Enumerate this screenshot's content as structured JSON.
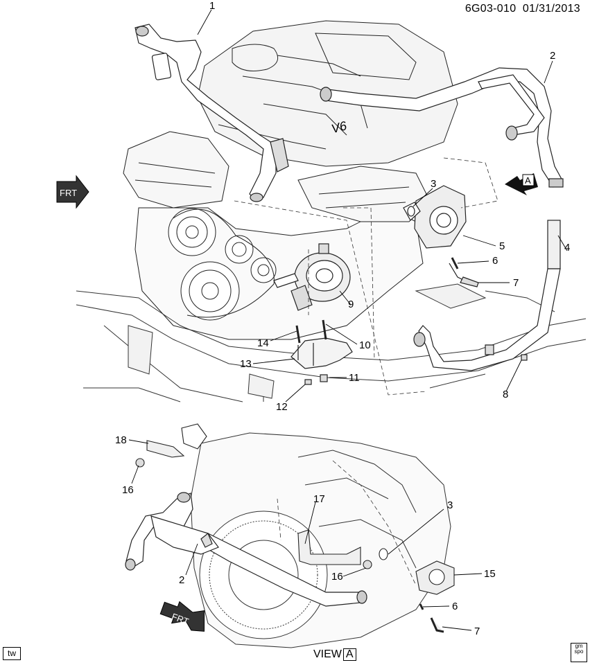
{
  "header": {
    "code": "6G03-010",
    "date": "01/31/2013"
  },
  "callouts_top": [
    "1",
    "2",
    "3",
    "4",
    "5",
    "6",
    "7",
    "8",
    "9",
    "10",
    "11",
    "12",
    "13",
    "14"
  ],
  "callouts_bottom": [
    "18",
    "16",
    "17",
    "3",
    "16",
    "15",
    "6",
    "7",
    "2"
  ],
  "engine_badge": "V6",
  "view_ref": "A",
  "front_marker": "FRT",
  "footer": {
    "tag": "tw",
    "view_label": "VIEW",
    "view_ref": "A",
    "logo_top": "gm",
    "logo_bottom": "spo"
  }
}
